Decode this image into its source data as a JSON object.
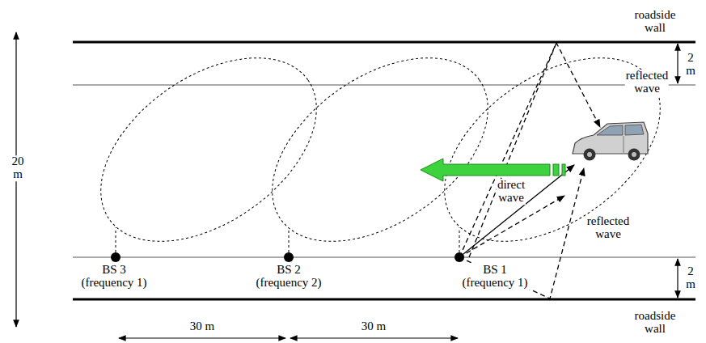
{
  "diagram": {
    "nodes": [
      {
        "text": [
          "BS 3 (frequency 1)"
        ]
      },
      {
        "text": [
          "BS 2 (frequency 2)"
        ]
      },
      {
        "text": [
          "BS 1 (frequency 1)"
        ]
      }
    ],
    "labels": [
      "roadside wall",
      "2 m",
      "reflected wave",
      "20 m",
      "direct wave",
      "reflected wave",
      "2 m",
      "roadside wall",
      "30 m",
      "30 m"
    ]
  }
}
